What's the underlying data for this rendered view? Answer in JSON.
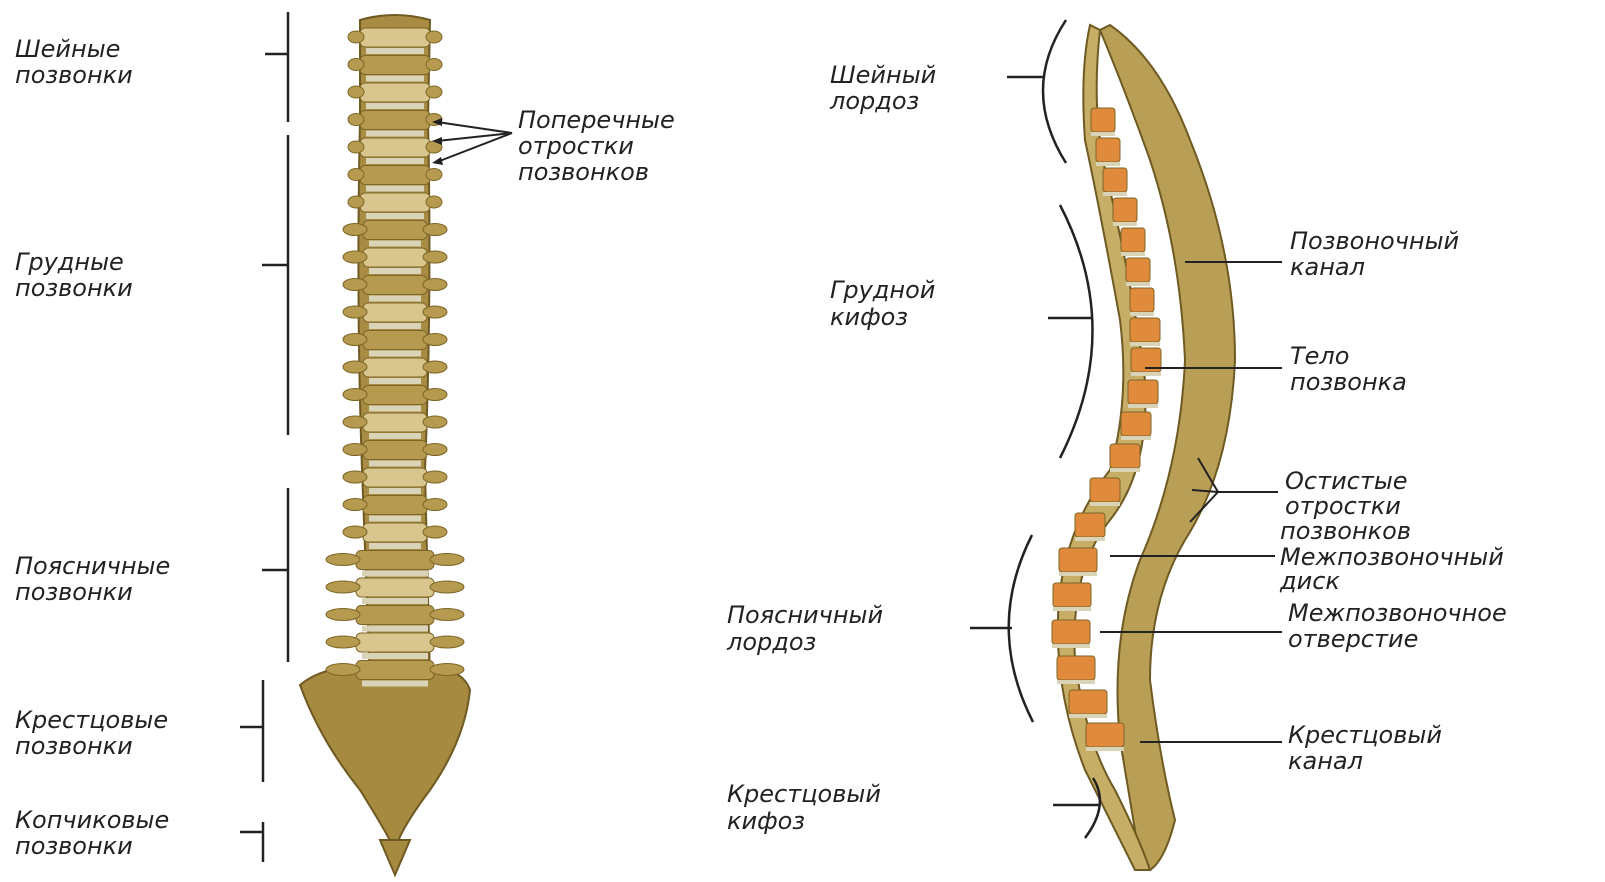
{
  "colors": {
    "bone": "#b59a4f",
    "bone_dark": "#7d6626",
    "bone_light": "#d8c68e",
    "disc": "#d9d3b8",
    "vertebra_body": "#e08a3c",
    "ink": "#222222"
  },
  "front_view": {
    "cervical": [
      "Шейные",
      "позвонки"
    ],
    "thoracic": [
      "Грудные",
      "позвонки"
    ],
    "lumbar": [
      "Поясничные",
      "позвонки"
    ],
    "sacral": [
      "Крестцовые",
      "позвонки"
    ],
    "coccygeal": [
      "Копчиковые",
      "позвонки"
    ],
    "transverse": [
      "Поперечные",
      "отростки",
      "позвонков"
    ]
  },
  "side_view": {
    "cervical_lordosis": [
      "Шейный",
      "лордоз"
    ],
    "thoracic_kyphosis": [
      "Грудной",
      "кифоз"
    ],
    "lumbar_lordosis": [
      "Поясничный",
      "лордоз"
    ],
    "sacral_kyphosis": [
      "Крестцовый",
      "кифоз"
    ],
    "spinal_canal": [
      "Позвоночный",
      "канал"
    ],
    "vertebral_body": [
      "Тело",
      "позвонка"
    ],
    "spinous": [
      "Остистые",
      "отростки",
      "позвонков"
    ],
    "disc": [
      "Межпозвоночный",
      "диск"
    ],
    "foramen": [
      "Межпозвоночное",
      "отверстие"
    ],
    "sacral_canal": [
      "Крестцовый",
      "канал"
    ]
  }
}
